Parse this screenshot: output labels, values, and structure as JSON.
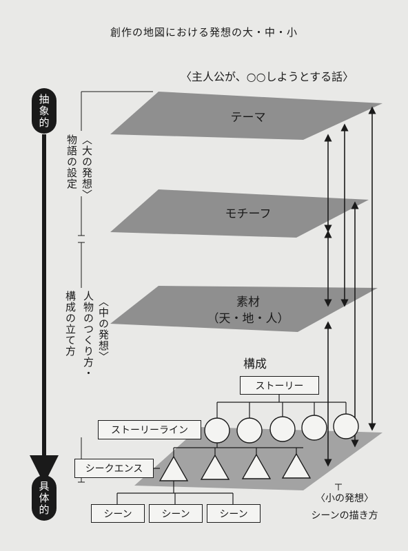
{
  "title": "創作の地図における発想の大・中・小",
  "subtitle": "〈主人公が、○○しようとする話〉",
  "axis": {
    "top_label": "抽象的",
    "bottom_label": "具体的"
  },
  "phases": {
    "large": {
      "label": "〈大の発想〉",
      "desc": "物語の設定"
    },
    "middle": {
      "label": "〈中の発想〉",
      "desc1": "人物のつくり方・",
      "desc2": "構成の立て方"
    },
    "small": {
      "label": "〈小の発想〉",
      "desc": "シーンの描き方"
    }
  },
  "planes": {
    "theme": "テーマ",
    "motif": "モチーフ",
    "material": "素材",
    "material_sub": "（天・地・人）"
  },
  "structure": {
    "title": "構成",
    "story": "ストーリー",
    "storyline": "ストーリーライン",
    "sequence": "シークエンス",
    "scenes": [
      "シーン",
      "シーン",
      "シーン"
    ]
  },
  "colors": {
    "plane": "#8f8f8f",
    "plane_light": "#a3a3a3",
    "ink": "#1a1a1a",
    "paper": "#e9e9e7"
  }
}
